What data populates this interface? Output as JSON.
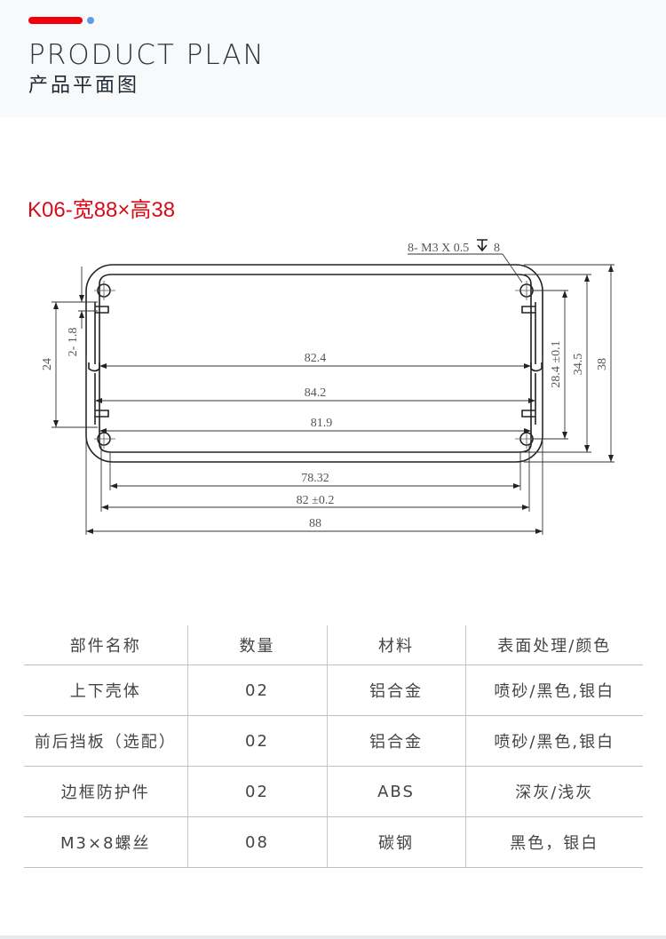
{
  "header": {
    "title_en": "PRODUCT PLAN",
    "title_cn": "产品平面图",
    "accent_colors": {
      "bar": "#f0000c",
      "dot": "#5a9ee8"
    }
  },
  "model": {
    "label": "K06-宽88×高38",
    "color": "#d70c18"
  },
  "drawing": {
    "callout": "8- M3 X 0.5",
    "callout_depth_symbol": "depth-symbol",
    "callout_depth": "8",
    "dims": {
      "inner_groove_width": "82.4",
      "inner_width": "84.2",
      "slot_width": "81.9",
      "bottom_inner": "78.32",
      "hole_spacing": "82 ±0.2",
      "total_width": "88",
      "left_height": "24",
      "slot_thickness": "2- 1.8",
      "hole_height": "28.4 ±0.1",
      "inner_height": "34.5",
      "total_height": "38"
    }
  },
  "table": {
    "headers": [
      "部件名称",
      "数量",
      "材料",
      "表面处理/颜色"
    ],
    "rows": [
      [
        "上下壳体",
        "02",
        "铝合金",
        "喷砂/黑色,银白"
      ],
      [
        "前后挡板（选配）",
        "02",
        "铝合金",
        "喷砂/黑色,银白"
      ],
      [
        "边框防护件",
        "02",
        "ABS",
        "深灰/浅灰"
      ],
      [
        "M3×8螺丝",
        "08",
        "碳钢",
        "黑色，银白"
      ]
    ]
  }
}
